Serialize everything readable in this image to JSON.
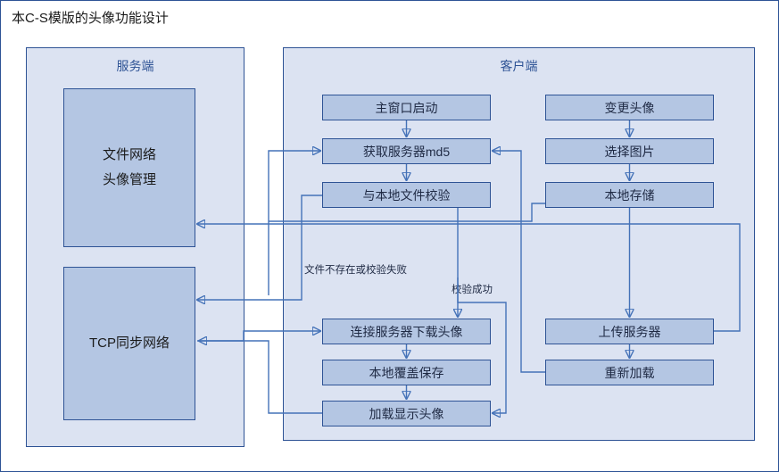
{
  "title": "本C-S模版的头像功能设计",
  "colors": {
    "panel_bg": "#dce3f2",
    "node_fill": "#b4c6e3",
    "border": "#2e5395",
    "edge": "#4472b8",
    "title_text": "#1a1a1a"
  },
  "server_panel": {
    "title": "服务端",
    "boxes": [
      {
        "line1": "文件网络",
        "line2": "头像管理"
      },
      {
        "line1": "TCP同步网络",
        "line2": ""
      }
    ]
  },
  "client_panel": {
    "title": "客户端",
    "nodes": {
      "main_start": "主窗口启动",
      "get_md5": "获取服务器md5",
      "verify_local": "与本地文件校验",
      "download": "连接服务器下载头像",
      "overwrite_save": "本地覆盖保存",
      "load_display": "加载显示头像",
      "change_avatar": "变更头像",
      "choose_image": "选择图片",
      "local_store": "本地存储",
      "upload_server": "上传服务器",
      "reload": "重新加载"
    },
    "edge_labels": {
      "fail": "文件不存在或校验失败",
      "success": "校验成功"
    }
  }
}
